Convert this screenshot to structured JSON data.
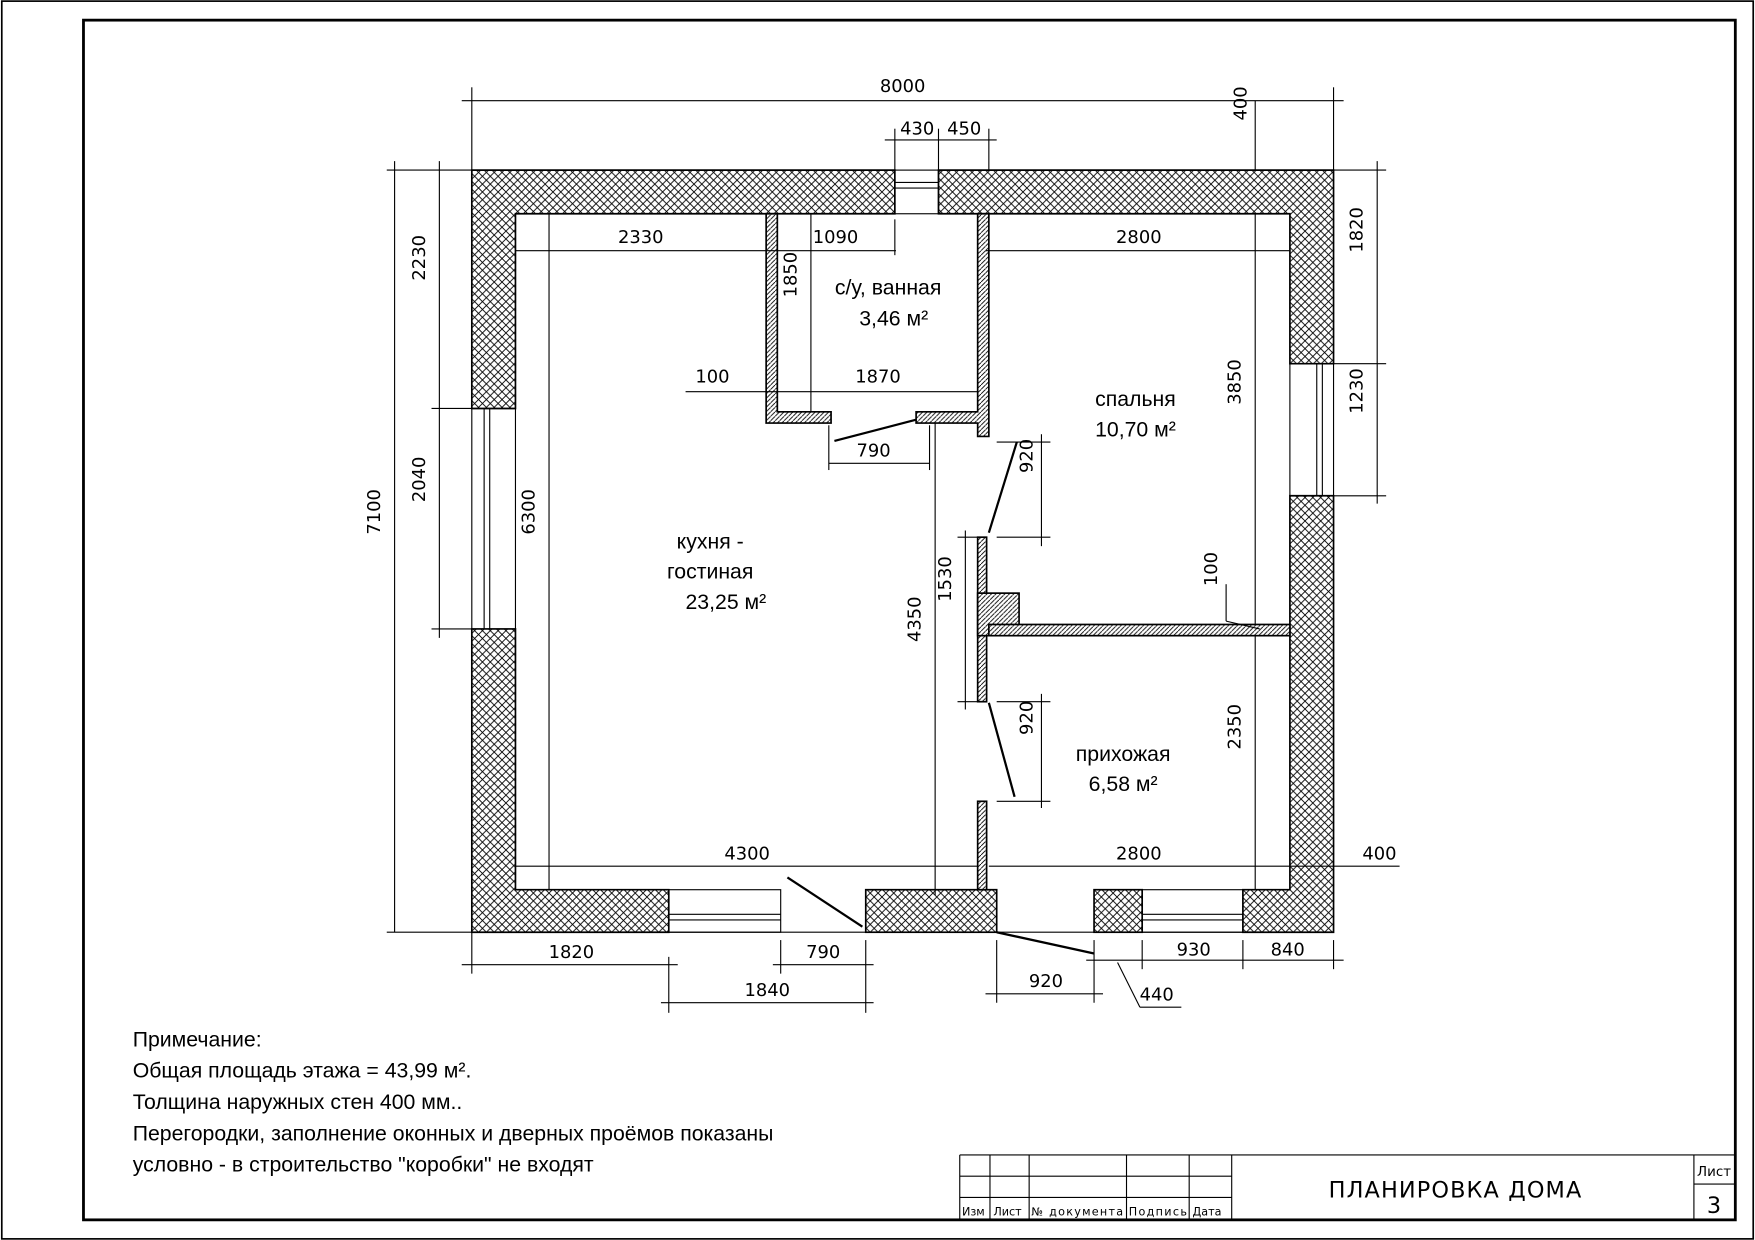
{
  "rooms": {
    "kitchen": {
      "name_line1": "кухня -",
      "name_line2": "гостиная",
      "area": "23,25 м²"
    },
    "bathroom": {
      "name": "с/у, ванная",
      "area": "3,46 м²"
    },
    "bedroom": {
      "name": "спальня",
      "area": "10,70 м²"
    },
    "hall": {
      "name": "прихожая",
      "area": "6,58 м²"
    }
  },
  "dimensions": {
    "overall_width": "8000",
    "top_430": "430",
    "top_450": "450",
    "top_400": "400",
    "kitchen_w": "2330",
    "bath_1090": "1090",
    "bedroom_w": "2800",
    "bath_1850": "1850",
    "bath_100": "100",
    "bath_1870": "1870",
    "door_790": "790",
    "left_2230": "2230",
    "left_2040": "2040",
    "overall_height": "7100",
    "kitchen_h": "6300",
    "right_1820": "1820",
    "right_1230": "1230",
    "bedroom_h": "3850",
    "door_920_top": "920",
    "wall_1530": "1530",
    "part_100": "100",
    "kitchen_4350": "4350",
    "door_920_mid": "920",
    "hall_h": "2350",
    "kitchen_bottom": "4300",
    "hall_bottom": "2800",
    "right_400": "400",
    "bot_1820": "1820",
    "bot_790": "790",
    "bot_1840": "1840",
    "bot_920": "920",
    "bot_930": "930",
    "bot_840": "840",
    "bot_440": "440"
  },
  "notes": {
    "title": "Примечание:",
    "line1": "Общая площадь этажа = 43,99 м².",
    "line2": "Толщина наружных стен 400 мм..",
    "line3": "Перегородки, заполнение оконных и дверных проёмов показаны",
    "line4": "условно - в строительство \"коробки\" не входят"
  },
  "title_block": {
    "col_izm": "Изм",
    "col_list": "Лист",
    "col_doc": "№ документа",
    "col_sign": "Подпись",
    "col_date": "Дата",
    "title": "ПЛАНИРОВКА ДОМА",
    "sheet_label": "Лист",
    "sheet_number": "3"
  }
}
